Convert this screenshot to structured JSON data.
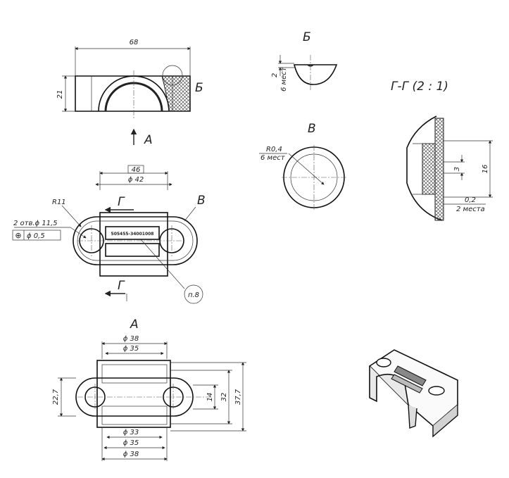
{
  "labels": {
    "view_a_arrow": "А",
    "view_a_title": "А",
    "view_b_callout": "Б",
    "view_b_title": "Б",
    "view_v_callout": "В",
    "view_v_title": "В",
    "section_g_top": "Г",
    "section_g_bottom": "Г",
    "section_gg_title": "Г-Г (2 : 1)",
    "item_ref": "п.8"
  },
  "top_view": {
    "width_dim": "68",
    "height_dim": "21"
  },
  "front_view": {
    "span_dim": "46",
    "bore_dim": "ϕ 42",
    "radius_dim": "R11",
    "holes_note": "2 отв.ϕ 11,5",
    "position_tol_symbol": "⊕",
    "position_tol_value": "ϕ  0,5",
    "marking": "505455-34001008"
  },
  "detail_b": {
    "dim_value": "2",
    "dim_note": "6 мест"
  },
  "detail_v": {
    "radius_value": "R0,4",
    "radius_note": "6 мест"
  },
  "section_gg": {
    "dim_16": "16",
    "dim_3": "3",
    "dim_02": "0,2",
    "dim_02_note": "2 места"
  },
  "bottom_view": {
    "d38_top": "ϕ 38",
    "d35_top": "ϕ 35",
    "d33_bottom": "ϕ 33",
    "d35_bottom": "ϕ 35",
    "d38_bottom": "ϕ 38",
    "h_227": "22,7",
    "h_14": "14",
    "h_32": "32",
    "h_377": "37,7"
  }
}
